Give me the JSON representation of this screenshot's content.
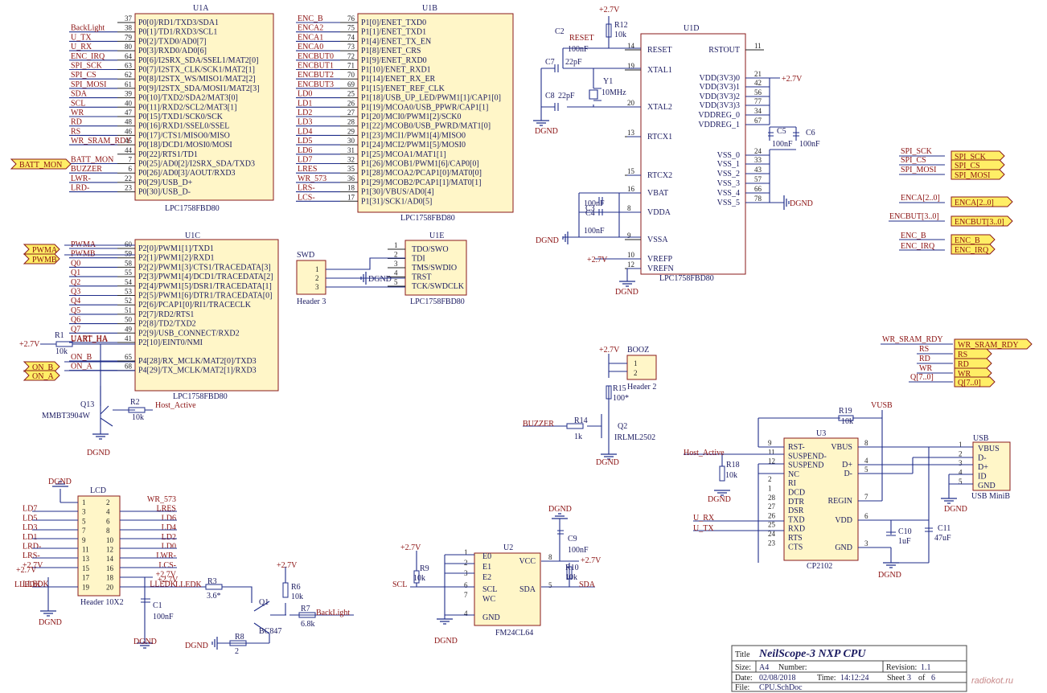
{
  "u1a": {
    "ref": "U1A",
    "part": "LPC1758FBD80",
    "pins": [
      {
        "n": "37",
        "name": "P0[0]/RD1/TXD3/SDA1",
        "net": ""
      },
      {
        "n": "38",
        "name": "P0[1]/TD1/RXD3/SCL1",
        "net": "BackLight"
      },
      {
        "n": "79",
        "name": "P0[2]/TXD0/AD0[7]",
        "net": "U_TX"
      },
      {
        "n": "80",
        "name": "P0[3]/RXD0/AD0[6]",
        "net": "U_RX"
      },
      {
        "n": "64",
        "name": "P0[6]/I2SRX_SDA/SSEL1/MAT2[0]",
        "net": "ENC_IRQ"
      },
      {
        "n": "63",
        "name": "P0[7]/I2STX_CLK/SCK1/MAT2[1]",
        "net": "SPI_SCK"
      },
      {
        "n": "62",
        "name": "P0[8]/I2STX_WS/MISO1/MAT2[2]",
        "net": "SPI_CS"
      },
      {
        "n": "61",
        "name": "P0[9]/I2STX_SDA/MOSI1/MAT2[3]",
        "net": "SPI_MOSI"
      },
      {
        "n": "39",
        "name": "P0[10]/TXD2/SDA2/MAT3[0]",
        "net": "SDA"
      },
      {
        "n": "40",
        "name": "P0[11]/RXD2/SCL2/MAT3[1]",
        "net": "SCL"
      },
      {
        "n": "47",
        "name": "P0[15]/TXD1/SCK0/SCK",
        "net": "WR"
      },
      {
        "n": "48",
        "name": "P0[16]/RXD1/SSEL0/SSEL",
        "net": "RD"
      },
      {
        "n": "46",
        "name": "P0[17]/CTS1/MISO0/MISO",
        "net": "RS"
      },
      {
        "n": "45",
        "name": "P0[18]/DCD1/MOSI0/MOSI",
        "net": "WR_SRAM_RDY"
      },
      {
        "n": "44",
        "name": "P0[22]/RTS1/TD1",
        "net": ""
      },
      {
        "n": "7",
        "name": "P0[25]/AD0[2]/I2SRX_SDA/TXD3",
        "net": "BATT_MON"
      },
      {
        "n": "6",
        "name": "P0[26]/AD0[3]/AOUT/RXD3",
        "net": "BUZZER"
      },
      {
        "n": "22",
        "name": "P0[29]/USB_D+",
        "net": "LWR-"
      },
      {
        "n": "23",
        "name": "P0[30]/USB_D-",
        "net": "LRD-"
      }
    ]
  },
  "u1b": {
    "ref": "U1B",
    "part": "LPC1758FBD80",
    "pins": [
      {
        "n": "76",
        "name": "P1[0]/ENET_TXD0",
        "net": "ENC_B"
      },
      {
        "n": "75",
        "name": "P1[1]/ENET_TXD1",
        "net": "ENCA2"
      },
      {
        "n": "74",
        "name": "P1[4]/ENET_TX_EN",
        "net": "ENCA1"
      },
      {
        "n": "73",
        "name": "P1[8]/ENET_CRS",
        "net": "ENCA0"
      },
      {
        "n": "72",
        "name": "P1[9]/ENET_RXD0",
        "net": "ENCBUT0"
      },
      {
        "n": "71",
        "name": "P1[10]/ENET_RXD1",
        "net": "ENCBUT1"
      },
      {
        "n": "70",
        "name": "P1[14]/ENET_RX_ER",
        "net": "ENCBUT2"
      },
      {
        "n": "69",
        "name": "P1[15]/ENET_REF_CLK",
        "net": "ENCBUT3"
      },
      {
        "n": "25",
        "name": "P1[18]/USB_UP_LED/PWM1[1]/CAP1[0]",
        "net": "LD0"
      },
      {
        "n": "26",
        "name": "P1[19]/MCOA0/USB_PPWR/CAP1[1]",
        "net": "LD1"
      },
      {
        "n": "27",
        "name": "P1[20]/MCI0/PWM1[2]/SCK0",
        "net": "LD2"
      },
      {
        "n": "28",
        "name": "P1[22]/MCOB0/USB_PWRD/MAT1[0]",
        "net": "LD3"
      },
      {
        "n": "29",
        "name": "P1[23]/MCI1/PWM1[4]/MISO0",
        "net": "LD4"
      },
      {
        "n": "30",
        "name": "P1[24]/MCI2/PWM1[5]/MOSI0",
        "net": "LD5"
      },
      {
        "n": "31",
        "name": "P1[25]/MCOA1/MAT1[1]",
        "net": "LD6"
      },
      {
        "n": "32",
        "name": "P1[26]/MCOB1/PWM1[6]/CAP0[0]",
        "net": "LD7"
      },
      {
        "n": "35",
        "name": "P1[28]/MCOA2/PCAP1[0]/MAT0[0]",
        "net": "LRES"
      },
      {
        "n": "36",
        "name": "P1[29]/MCOB2/PCAP1[1]/MAT0[1]",
        "net": "WR_573"
      },
      {
        "n": "18",
        "name": "P1[30]/VBUS/AD0[4]",
        "net": "LRS-"
      },
      {
        "n": "17",
        "name": "P1[31]/SCK1/AD0[5]",
        "net": "LCS-"
      }
    ]
  },
  "u1c": {
    "ref": "U1C",
    "part": "LPC1758FBD80",
    "pins": [
      {
        "n": "60",
        "name": "P2[0]/PWM1[1]/TXD1",
        "net": "PWMA"
      },
      {
        "n": "59",
        "name": "P2[1]/PWM1[2]/RXD1",
        "net": "PWMB"
      },
      {
        "n": "58",
        "name": "P2[2]/PWM1[3]/CTS1/TRACEDATA[3]",
        "net": "Q0"
      },
      {
        "n": "55",
        "name": "P2[3]/PWM1[4]/DCD1/TRACEDATA[2]",
        "net": "Q1"
      },
      {
        "n": "54",
        "name": "P2[4]/PWM1[5]/DSR1/TRACEDATA[1]",
        "net": "Q2"
      },
      {
        "n": "53",
        "name": "P2[5]/PWM1[6]/DTR1/TRACEDATA[0]",
        "net": "Q3"
      },
      {
        "n": "52",
        "name": "P2[6]/PCAP1[0]/RI1/TRACECLK",
        "net": "Q4"
      },
      {
        "n": "51",
        "name": "P2[7]/RD2/RTS1",
        "net": "Q5"
      },
      {
        "n": "50",
        "name": "P2[8]/TD2/TXD2",
        "net": "Q6"
      },
      {
        "n": "49",
        "name": "P2[9]/USB_CONNECT/RXD2",
        "net": "Q7"
      },
      {
        "n": "41",
        "name": "P2[10]/EINT0/NMI",
        "net": "UART_HA"
      },
      {
        "n": "65",
        "name": "P4[28]/RX_MCLK/MAT2[0]/TXD3",
        "net": "ON_B"
      },
      {
        "n": "68",
        "name": "P4[29]/TX_MCLK/MAT2[1]/RXD3",
        "net": "ON_A"
      }
    ]
  },
  "u1d": {
    "ref": "U1D",
    "part": "LPC1758FBD80",
    "left": [
      {
        "n": "14",
        "name": "RESET"
      },
      {
        "n": "19",
        "name": "XTAL1"
      },
      {
        "n": "20",
        "name": "XTAL2"
      },
      {
        "n": "13",
        "name": "RTCX1"
      },
      {
        "n": "15",
        "name": "RTCX2"
      },
      {
        "n": "16",
        "name": "VBAT"
      },
      {
        "n": "8",
        "name": "VDDA"
      },
      {
        "n": "9",
        "name": "VSSA"
      },
      {
        "n": "10",
        "name": "VREFP"
      },
      {
        "n": "12",
        "name": "VREFN"
      }
    ],
    "right": [
      {
        "n": "11",
        "name": "RSTOUT"
      },
      {
        "n": "21",
        "name": "VDD(3V3)0"
      },
      {
        "n": "42",
        "name": "VDD(3V3)1"
      },
      {
        "n": "56",
        "name": "VDD(3V3)2"
      },
      {
        "n": "77",
        "name": "VDD(3V3)3"
      },
      {
        "n": "34",
        "name": "VDDREG_0"
      },
      {
        "n": "67",
        "name": "VDDREG_1"
      },
      {
        "n": "24",
        "name": "VSS_0"
      },
      {
        "n": "33",
        "name": "VSS_1"
      },
      {
        "n": "43",
        "name": "VSS_2"
      },
      {
        "n": "57",
        "name": "VSS_3"
      },
      {
        "n": "66",
        "name": "VSS_4"
      },
      {
        "n": "78",
        "name": "VSS_5"
      }
    ]
  },
  "u1e": {
    "ref": "U1E",
    "part": "LPC1758FBD80",
    "pins": [
      {
        "n": "1",
        "name": "TDO/SWO"
      },
      {
        "n": "2",
        "name": "TDI"
      },
      {
        "n": "3",
        "name": "TMS/SWDIO"
      },
      {
        "n": "4",
        "name": "TRST"
      },
      {
        "n": "5",
        "name": "TCK/SWDCLK"
      }
    ]
  },
  "swd": {
    "ref": "SWD",
    "part": "Header 3",
    "pins": [
      "1",
      "2",
      "3"
    ],
    "net": "DGND"
  },
  "booz": {
    "ref": "BOOZ",
    "part": "Header 2",
    "pins": [
      "1",
      "2"
    ]
  },
  "lcd": {
    "ref": "LCD",
    "part": "Header 10X2",
    "left_pins": [
      "1",
      "3",
      "5",
      "7",
      "9",
      "11",
      "13",
      "15",
      "17",
      "19"
    ],
    "right_pins": [
      "2",
      "4",
      "6",
      "8",
      "10",
      "12",
      "14",
      "16",
      "18",
      "20"
    ],
    "left_nets": [
      "",
      "LD7",
      "LD5",
      "LD3",
      "LD1",
      "LRD-",
      "LRS-",
      "+2.7V",
      "",
      "LLEDK"
    ],
    "right_nets": [
      "WR_573",
      "LRES",
      "LD6",
      "LD4",
      "LD2",
      "LD0",
      "LWR-",
      "LCS-",
      "+2.7V",
      "LLEDK"
    ]
  },
  "u3": {
    "ref": "U3",
    "part": "CP2102",
    "left": [
      "RST-",
      "SUSPEND-",
      "SUSPEND",
      "NC",
      "RI",
      "DCD",
      "DTR",
      "DSR",
      "TXD",
      "RXD",
      "RTS",
      "CTS"
    ],
    "left_n": [
      "9",
      "11",
      "12",
      "",
      "2",
      "1",
      "28",
      "27",
      "26",
      "25",
      "24",
      "23"
    ],
    "right": [
      "VBUS",
      "D+",
      "D-",
      "REGIN",
      "VDD",
      "GND"
    ],
    "right_n": [
      "8",
      "4",
      "5",
      "7",
      "6",
      "3"
    ]
  },
  "usb": {
    "ref": "USB",
    "part": "USB MiniB",
    "pins": [
      "VBUS",
      "D-",
      "D+",
      "ID",
      "GND"
    ],
    "n": [
      "1",
      "2",
      "3",
      "4",
      "5"
    ]
  },
  "u2": {
    "ref": "U2",
    "part": "FM24CL64",
    "left": [
      "E0",
      "E1",
      "E2",
      "SCL",
      "WC",
      "GND"
    ],
    "left_n": [
      "1",
      "2",
      "3",
      "6",
      "7",
      "4"
    ],
    "right": [
      "VCC",
      "SDA"
    ],
    "right_n": [
      "8",
      "5"
    ]
  },
  "components": {
    "r1": {
      "ref": "R1",
      "val": "10k"
    },
    "r2": {
      "ref": "R2",
      "val": "10k"
    },
    "r3": {
      "ref": "R3",
      "val": "3.6*"
    },
    "r6": {
      "ref": "R6",
      "val": "10k"
    },
    "r7": {
      "ref": "R7",
      "val": "6.8k"
    },
    "r8": {
      "ref": "R8",
      "val": "2"
    },
    "r9": {
      "ref": "R9",
      "val": "10k"
    },
    "r10": {
      "ref": "R10",
      "val": "10k"
    },
    "r12": {
      "ref": "R12",
      "val": "10k"
    },
    "r14": {
      "ref": "R14",
      "val": "1k"
    },
    "r15": {
      "ref": "R15",
      "val": "100*"
    },
    "r18": {
      "ref": "R18",
      "val": "10k"
    },
    "r19": {
      "ref": "R19",
      "val": "10k"
    },
    "c1": {
      "ref": "C1",
      "val": "100nF"
    },
    "c2": {
      "ref": "C2",
      "val": "100nF"
    },
    "c3": {
      "ref": "C3",
      "val": "100nF"
    },
    "c4": {
      "ref": "C4",
      "val": "100nF"
    },
    "c5": {
      "ref": "C5",
      "val": "100nF"
    },
    "c6": {
      "ref": "C6",
      "val": "100nF"
    },
    "c7": {
      "ref": "C7",
      "val": "22pF"
    },
    "c8": {
      "ref": "C8",
      "val": "22pF"
    },
    "c9": {
      "ref": "C9",
      "val": "100nF"
    },
    "c10": {
      "ref": "C10",
      "val": "1uF"
    },
    "c11": {
      "ref": "C11",
      "val": "47uF"
    },
    "y1": {
      "ref": "Y1",
      "val": "10MHz"
    },
    "q1": {
      "ref": "Q1",
      "val": "BC847"
    },
    "q2": {
      "ref": "Q2",
      "val": "IRLML2502"
    },
    "q13": {
      "ref": "Q13",
      "val": "MMBT3904W"
    }
  },
  "nets": {
    "dgnd": "DGND",
    "v27": "+2.7V",
    "vusb": "VUSB",
    "reset": "RESET",
    "host_active": "Host_Active",
    "backlight": "BackLight",
    "buzzer": "BUZZER",
    "lledk": "LLEDK",
    "scl": "SCL",
    "sda": "SDA",
    "u_rx": "U_RX",
    "u_tx": "U_TX",
    "batt_mon": "BATT_MON",
    "pwma": "PWMA",
    "pwmb": "PWMB",
    "on_b": "ON_B",
    "on_a": "ON_A",
    "uart_ha": "UART_HA",
    "spi_sck": "SPI_SCK",
    "spi_cs": "SPI_CS",
    "spi_mosi": "SPI_MOSI",
    "enca": "ENCA[2..0]",
    "encbut": "ENCBUT[3..0]",
    "enc_b": "ENC_B",
    "enc_irq": "ENC_IRQ",
    "wr_sram": "WR_SRAM_RDY",
    "rs": "RS",
    "rd": "RD",
    "wr": "WR",
    "q": "Q[7..0]"
  },
  "title_block": {
    "title_label": "Title",
    "title": "NeilScope-3 NXP    CPU",
    "size_label": "Size:",
    "size": "A4",
    "number_label": "Number:",
    "revision_label": "Revision:",
    "revision": "1.1",
    "date_label": "Date:",
    "date": "02/08/2018",
    "time_label": "Time:",
    "time": "14:12:24",
    "sheet_label": "Sheet",
    "sheet": "3",
    "of_label": "of",
    "of": "6",
    "file_label": "File:",
    "file": "CPU.SchDoc"
  },
  "watermark": {
    "text": "radiokot.ru"
  }
}
